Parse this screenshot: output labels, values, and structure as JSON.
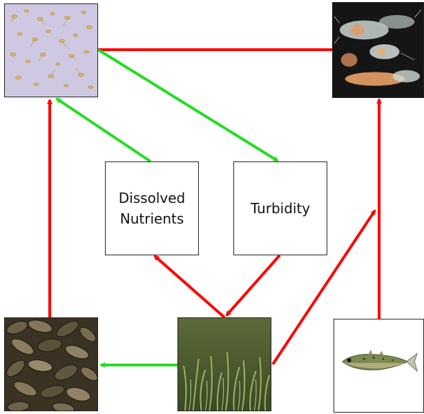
{
  "nodes": {
    "phytoplankton": {
      "icon": "phytoplankton-photo-icon"
    },
    "zooplankton": {
      "icon": "zooplankton-photo-icon"
    },
    "mussels": {
      "icon": "mussels-photo-icon"
    },
    "macrophytes": {
      "icon": "macrophytes-photo-icon"
    },
    "fish": {
      "icon": "stickleback-fish-icon"
    },
    "nutrients": {
      "line1": "Dissolved",
      "line2": "Nutrients"
    },
    "turbidity": {
      "label": "Turbidity"
    }
  },
  "colors": {
    "negative_effect": "#ff0000",
    "positive_effect": "#22dd22",
    "border": "#222222"
  },
  "edges": [
    {
      "from": "phytoplankton",
      "to": "zooplankton",
      "effect": "negative",
      "arrowhead": false
    },
    {
      "from": "phytoplankton",
      "to": "turbidity",
      "effect": "positive",
      "arrowhead": true
    },
    {
      "from": "nutrients",
      "to": "phytoplankton",
      "effect": "positive",
      "arrowhead": true
    },
    {
      "from": "mussels",
      "to": "phytoplankton",
      "effect": "negative",
      "arrowhead": true
    },
    {
      "from": "macrophytes",
      "to": "mussels",
      "effect": "positive",
      "arrowhead": true
    },
    {
      "from": "macrophytes",
      "to": "nutrients",
      "effect": "negative",
      "arrowhead": true
    },
    {
      "from": "turbidity",
      "to": "macrophytes",
      "effect": "negative",
      "arrowhead": true
    },
    {
      "from": "macrophytes",
      "to": "zooplankton-fish-link",
      "effect": "negative",
      "arrowhead": true
    },
    {
      "from": "fish",
      "to": "zooplankton",
      "effect": "negative",
      "arrowhead": true
    }
  ]
}
